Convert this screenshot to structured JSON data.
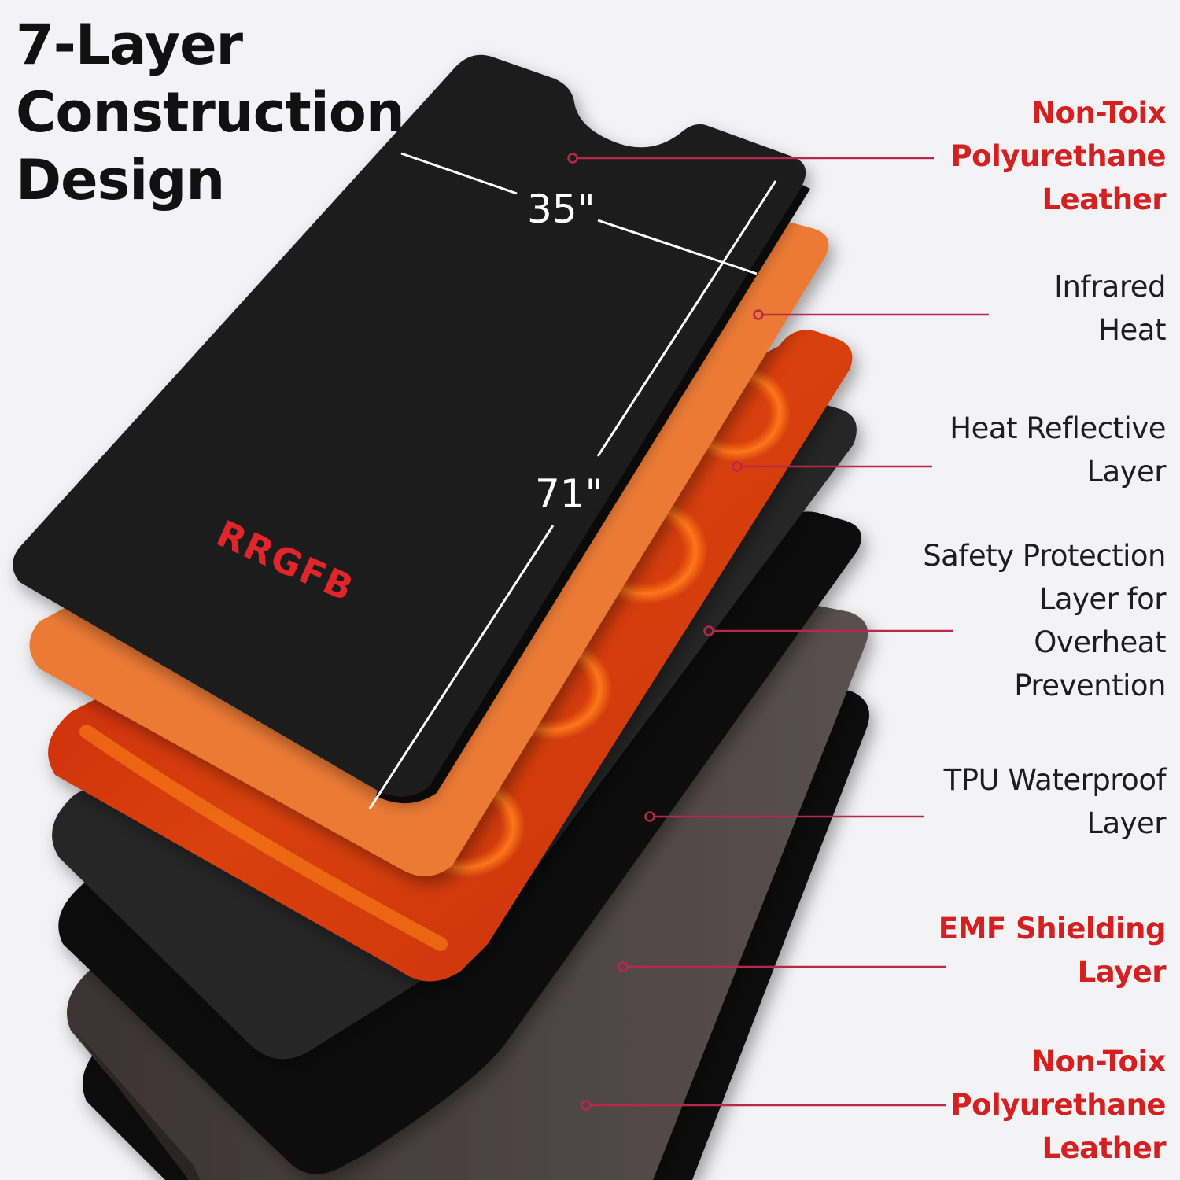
{
  "title": {
    "lines": [
      "7-Layer",
      "Construction",
      "Design"
    ]
  },
  "brand": {
    "logo_text": "RRGFB",
    "logo_color": "#e0262a"
  },
  "dimensions": {
    "width_label": "35\"",
    "length_label": "71\""
  },
  "colors": {
    "background": "#f3f3f5",
    "callout_line": "#b8284a",
    "highlight_label": "#d42020",
    "normal_label": "#1d1d1d"
  },
  "layers": [
    {
      "index": 1,
      "lines": [
        "Non-Toix",
        "Polyurethane",
        "Leather"
      ],
      "highlight": true,
      "material_color": "#1f1f1f"
    },
    {
      "index": 2,
      "lines": [
        "Infrared",
        "Heat"
      ],
      "highlight": false,
      "material_color": "#ec7a35"
    },
    {
      "index": 3,
      "lines": [
        "Heat Reflective",
        "Layer"
      ],
      "highlight": false,
      "material_color": "#d33a0c"
    },
    {
      "index": 4,
      "lines": [
        "Safety Protection",
        "Layer for",
        "Overheat",
        "Prevention"
      ],
      "highlight": false,
      "material_color": "#262628"
    },
    {
      "index": 5,
      "lines": [
        "TPU Waterproof",
        "Layer"
      ],
      "highlight": false,
      "material_color": "#0d0d0e"
    },
    {
      "index": 6,
      "lines": [
        "EMF Shielding",
        "Layer"
      ],
      "highlight": true,
      "material_color": "#4e4444"
    },
    {
      "index": 7,
      "lines": [
        "Non-Toix",
        "Polyurethane",
        "Leather"
      ],
      "highlight": true,
      "material_color": "#080808"
    }
  ]
}
